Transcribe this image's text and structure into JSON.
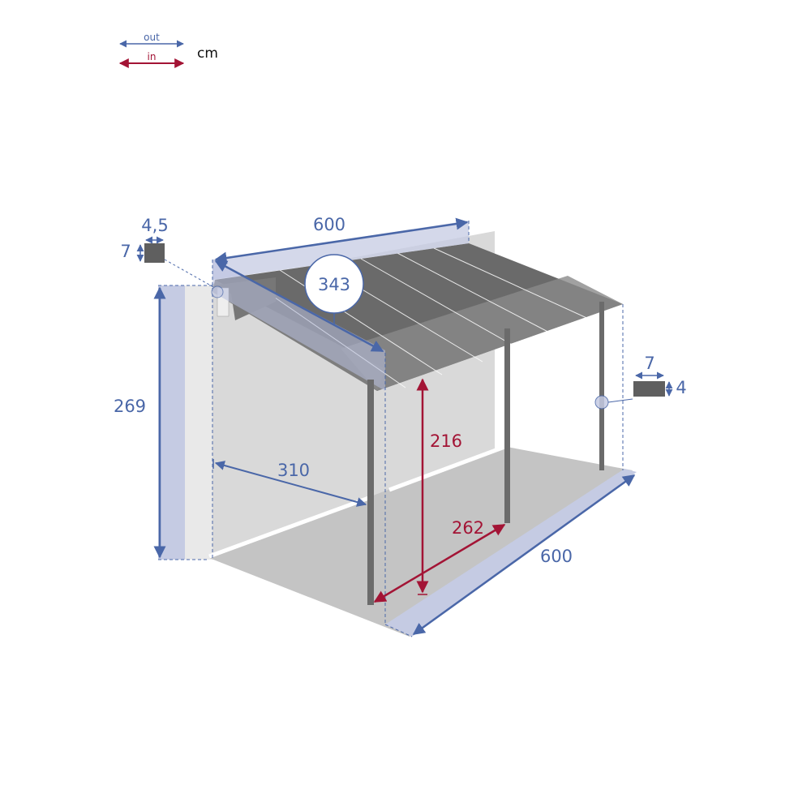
{
  "legend": {
    "out_label": "out",
    "in_label": "in",
    "unit": "cm",
    "out_color": "#4a67a8",
    "in_color": "#a31435"
  },
  "profiles": {
    "wall_beam": {
      "width": "4,5",
      "height": "7"
    },
    "post": {
      "width": "7",
      "height": "4"
    }
  },
  "dimensions": {
    "outer_width_top": "600",
    "roof_depth": "343",
    "outer_height": "269",
    "inner_depth": "310",
    "inner_height": "216",
    "inner_post_spacing": "262",
    "outer_width_bottom": "600"
  },
  "colors": {
    "roof_dark": "#6a6a6a",
    "roof_light": "#8a8a8a",
    "wall": "#d6d6d6",
    "floor": "#c4c4c4",
    "dimension_band": "#c5cbe3",
    "post": "#6b6b6b"
  }
}
